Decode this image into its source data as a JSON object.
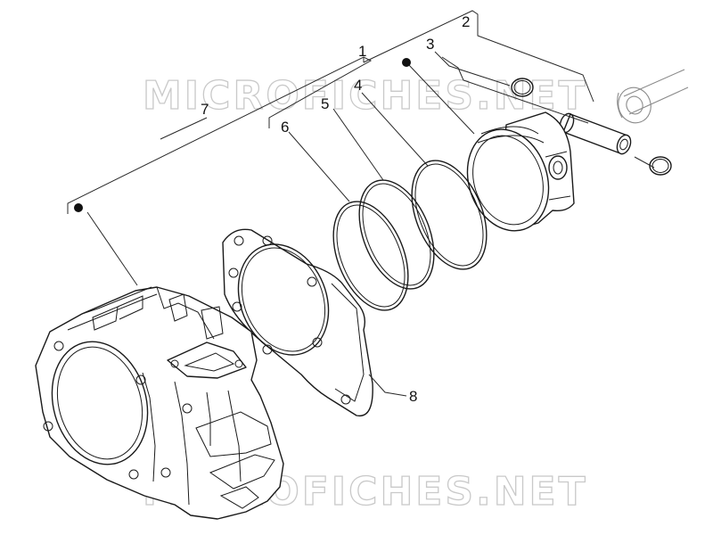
{
  "watermark": {
    "top": "MICROFICHES.NET",
    "bottom": "MICROFICHES.NET"
  },
  "callouts": [
    {
      "id": "1",
      "text": "1"
    },
    {
      "id": "2",
      "text": "2"
    },
    {
      "id": "3",
      "text": "3"
    },
    {
      "id": "4",
      "text": "4"
    },
    {
      "id": "5",
      "text": "5"
    },
    {
      "id": "6",
      "text": "6"
    },
    {
      "id": "7",
      "text": "7"
    },
    {
      "id": "8",
      "text": "8"
    }
  ],
  "colors": {
    "line": "#1a1a1a",
    "watermark": "#c9c9c9",
    "background": "#ffffff"
  }
}
